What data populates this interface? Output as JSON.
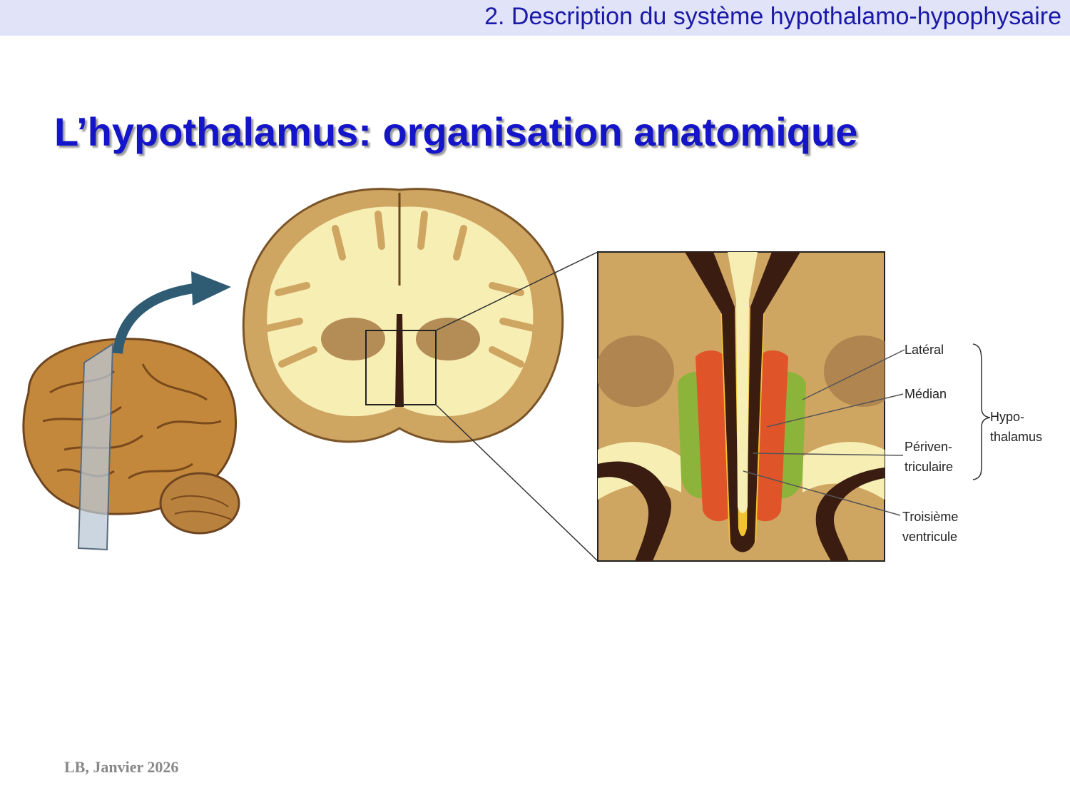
{
  "header": {
    "section": "2. Description du système hypothalamo-hypophysaire"
  },
  "title": "L’hypothalamus: organisation anatomique",
  "figure": {
    "labels": {
      "lateral": "Latéral",
      "median": "Médian",
      "periventricular_1": "Périven-",
      "periventricular_2": "triculaire",
      "third_ventricle_1": "Troisième",
      "third_ventricle_2": "ventricule",
      "hypothalamus_1": "Hypo-",
      "hypothalamus_2": "thalamus"
    },
    "colors": {
      "lateral_zone": "#8db43a",
      "median_zone": "#e0542a",
      "periventricular_zone": "#f2c230",
      "ventricle": "#3a1d10",
      "white_matter": "#f7eeb4",
      "gray_matter": "#c9a262",
      "arrow": "#2f5b73"
    }
  },
  "footer": {
    "credit": "LB, Janvier 2026"
  }
}
